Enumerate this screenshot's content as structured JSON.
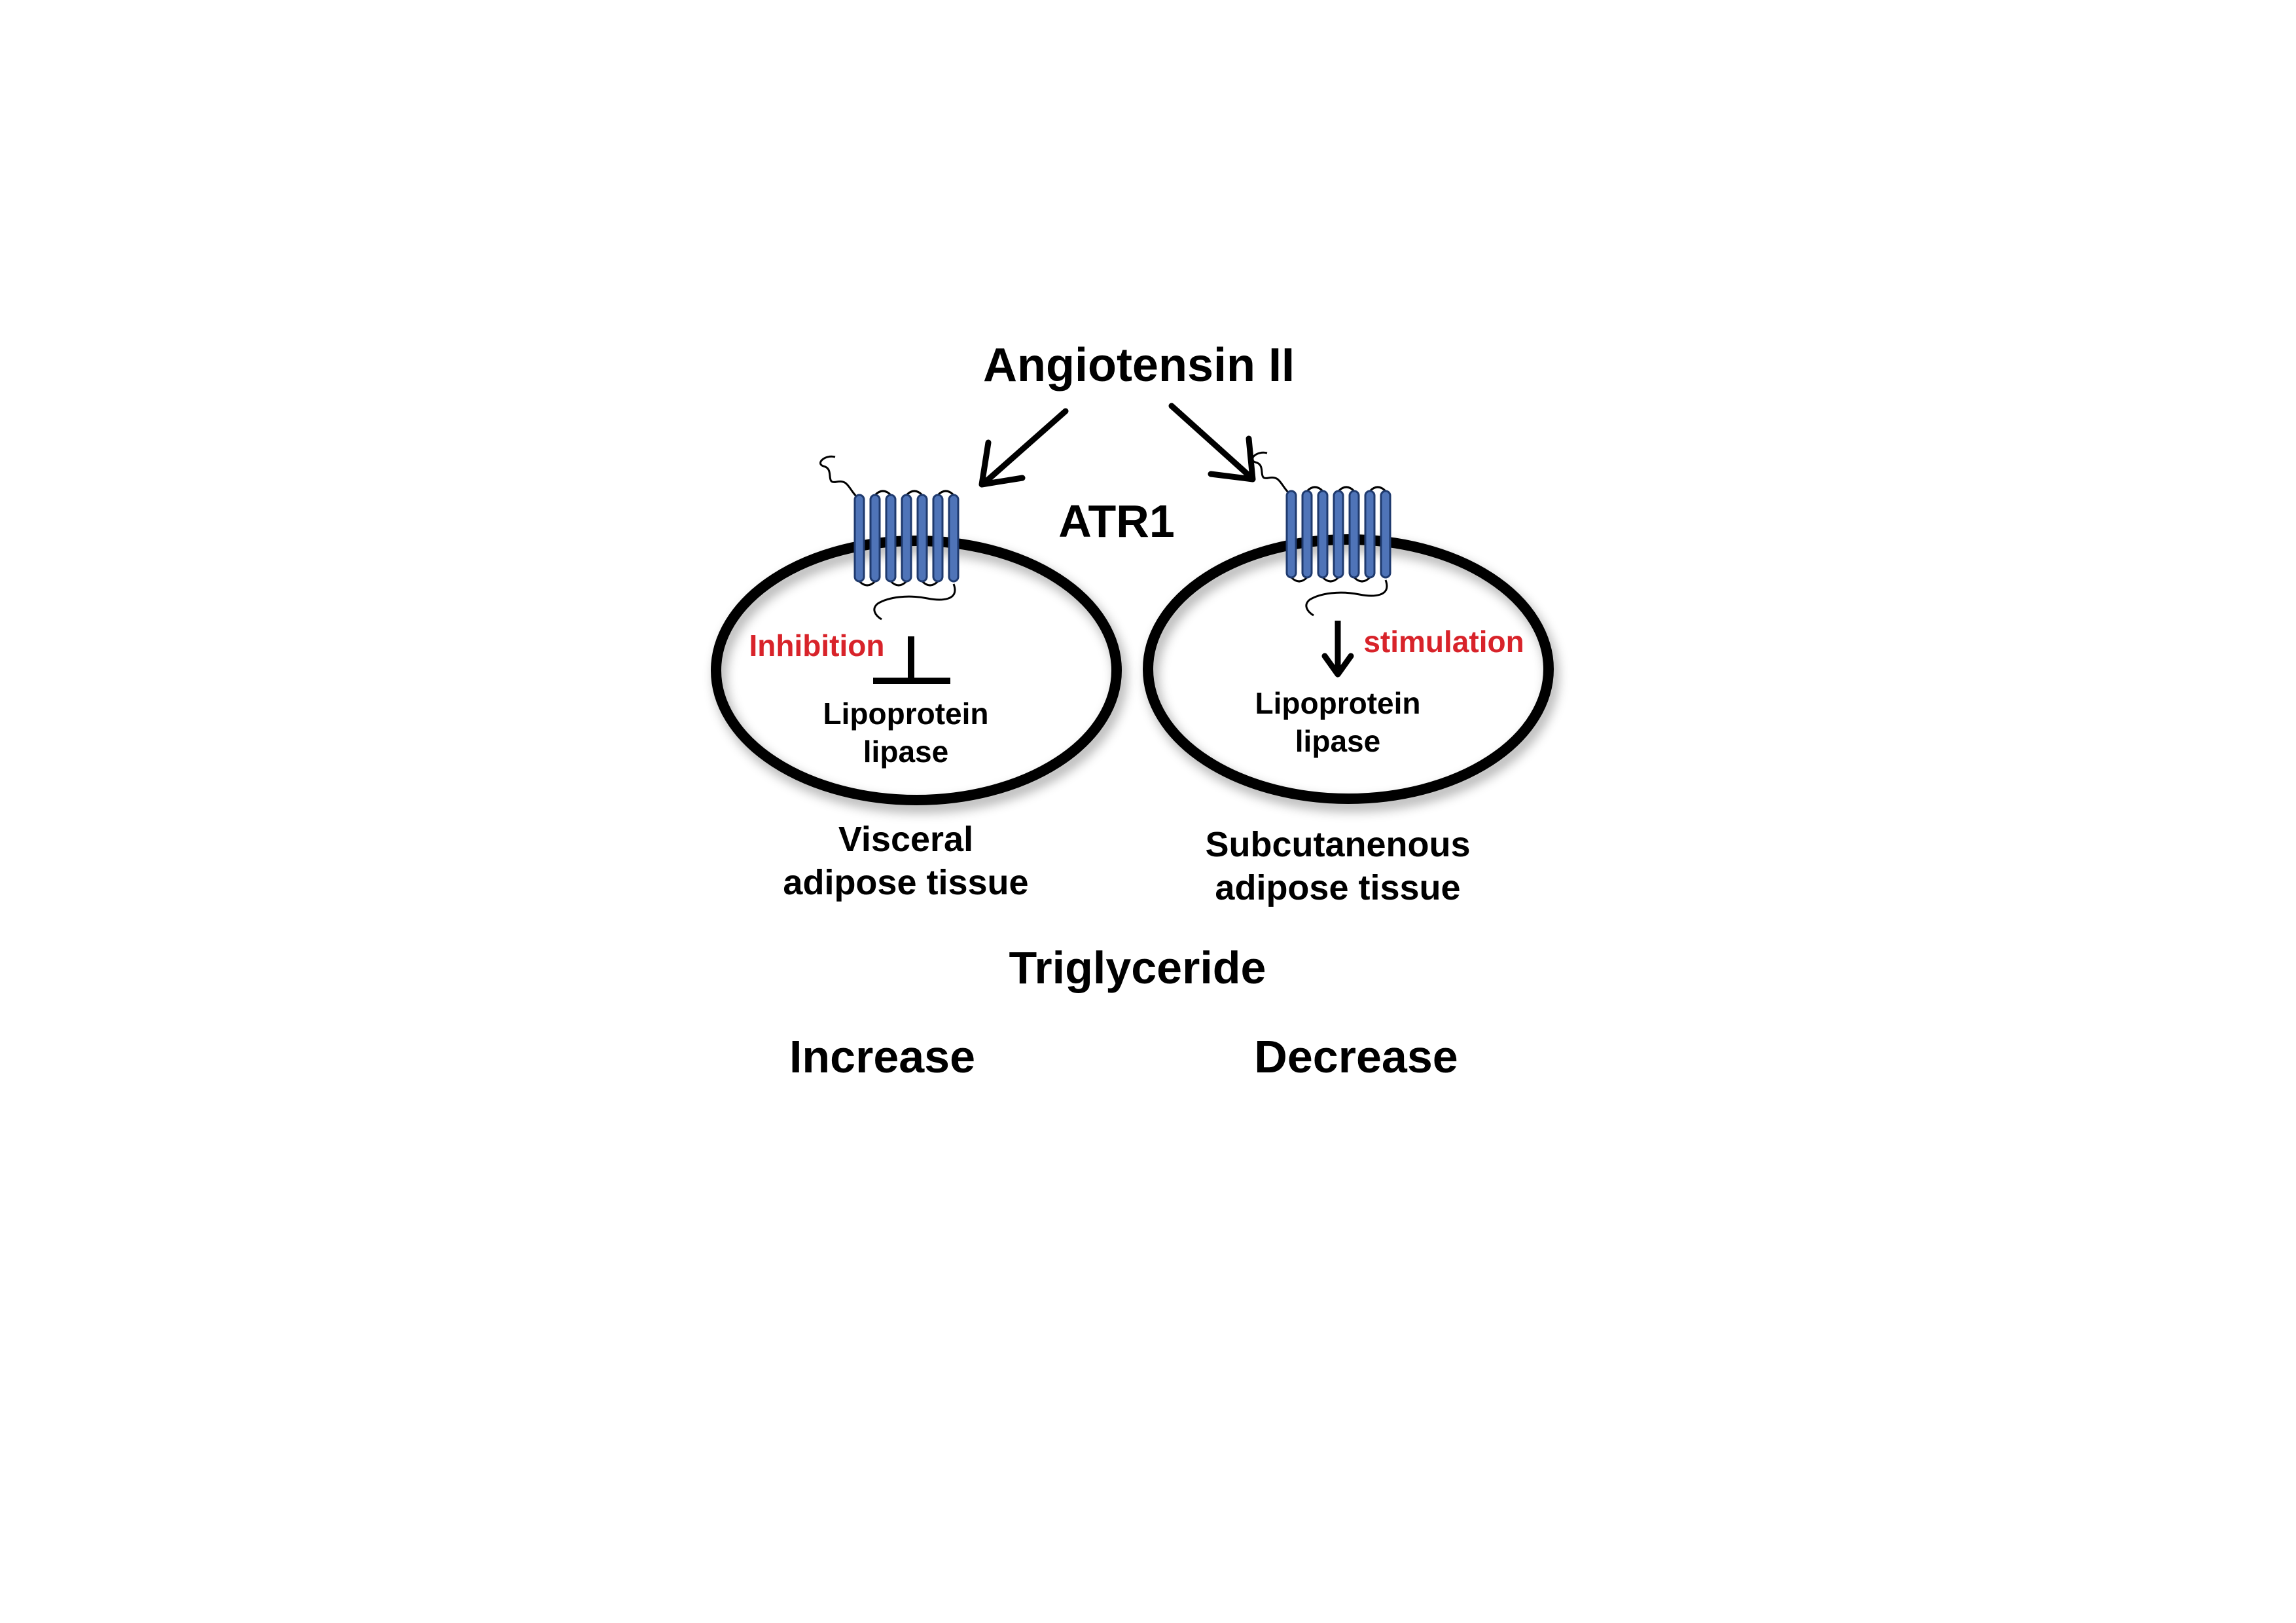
{
  "title": "Angiotensin II",
  "receptor_label": "ATR1",
  "left_cell": {
    "effect_label": "Inhibition",
    "enzyme_line1": "Lipoprotein",
    "enzyme_line2": "lipase",
    "tissue_line1": "Visceral",
    "tissue_line2": "adipose tissue",
    "outcome": "Increase"
  },
  "right_cell": {
    "effect_label": "stimulation",
    "enzyme_line1": "Lipoprotein",
    "enzyme_line2": "lipase",
    "tissue_line1": "Subcutanenous",
    "tissue_line2": "adipose tissue",
    "outcome": "Decrease"
  },
  "result_label": "Triglyceride",
  "colors": {
    "receptor_fill": "#4f74b8",
    "receptor_stroke": "#1f3a6e",
    "effect_text": "#d8232a",
    "outline": "#000000"
  }
}
